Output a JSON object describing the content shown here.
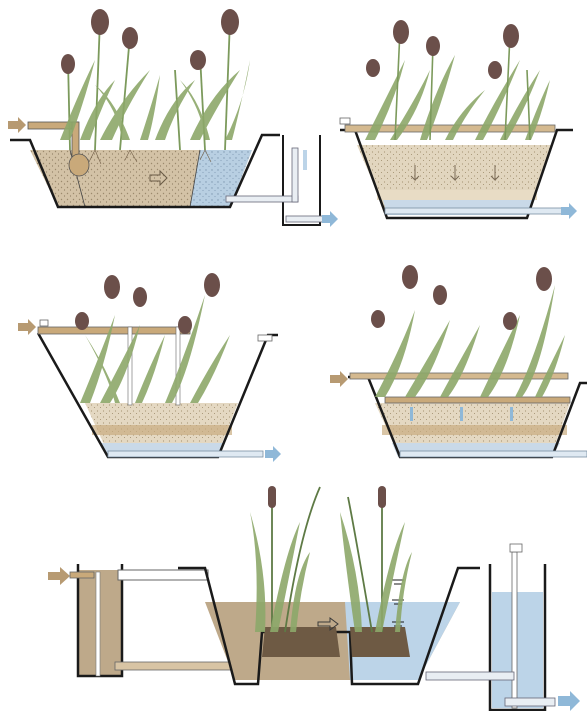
{
  "figure": {
    "panels": [
      {
        "id": "horizontal-subsurface-flow-bed"
      },
      {
        "id": "vertical-flow-bed-top-distribution"
      },
      {
        "id": "vertical-flow-bed-raised-distribution"
      },
      {
        "id": "vertical-flow-bed-surface-distribution"
      },
      {
        "id": "free-water-surface-cattail-system"
      }
    ]
  },
  "colors": {
    "inflow_arrow": "#b79a72",
    "outflow_arrow": "#8fb8d8",
    "soil": "#cdb89a",
    "gravel": "#d9cdb8",
    "sand_layer": "#e8dcc5",
    "water": "#bcd4e8",
    "pipe_light": "#c9a97a",
    "reed": "#8da86a",
    "reed_dark": "#5e7a45",
    "plume": "#6b4f4a",
    "outline": "#1a1a1a",
    "turbid_water": "#bea98a"
  }
}
